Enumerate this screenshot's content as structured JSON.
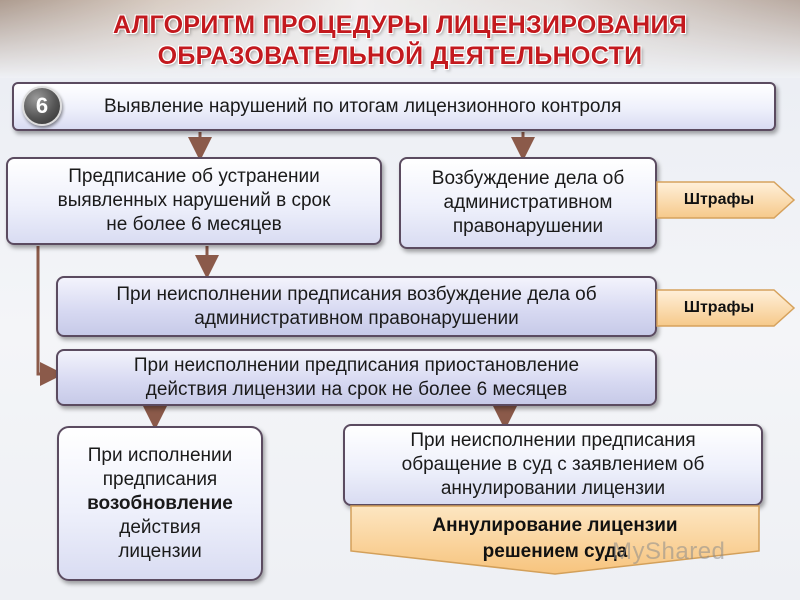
{
  "title": {
    "line1": "АЛГОРИТМ ПРОЦЕДУРЫ ЛИЦЕНЗИРОВАНИЯ",
    "line2": "ОБРАЗОВАТЕЛЬНОЙ ДЕЯТЕЛЬНОСТИ"
  },
  "step": {
    "number": "6",
    "label": "Выявление нарушений по итогам лицензионного контроля"
  },
  "prescription": {
    "line1": "Предписание об устранении",
    "line2": "выявленных нарушений в срок",
    "line3": "не более 6 месяцев"
  },
  "case": {
    "line1": "Возбуждение дела об",
    "line2": "административном",
    "line3": "правонарушении"
  },
  "fines1": "Штрафы",
  "noncompliance_case": {
    "line1": "При неисполнении предписания возбуждение дела об",
    "line2": "административном правонарушении"
  },
  "fines2": "Штрафы",
  "suspension": {
    "line1": "При неисполнении предписания приостановление",
    "line2": "действия лицензии на срок не более 6 месяцев"
  },
  "renewal": {
    "line1": "При исполнении",
    "line2": "предписания",
    "line3": "возобновление",
    "line4": "действия",
    "line5": "лицензии"
  },
  "court_appeal": {
    "line1": "При неисполнении предписания",
    "line2": "обращение в суд с заявлением об",
    "line3": "аннулировании лицензии"
  },
  "annulment": {
    "line1": "Аннулирование лицензии",
    "line2": "решением суда"
  },
  "watermark": "MyShared",
  "colors": {
    "title": "#c3191e",
    "border": "#5b4b60",
    "connector": "#8b5a4a",
    "tag_fill": "#fbd9a6"
  }
}
